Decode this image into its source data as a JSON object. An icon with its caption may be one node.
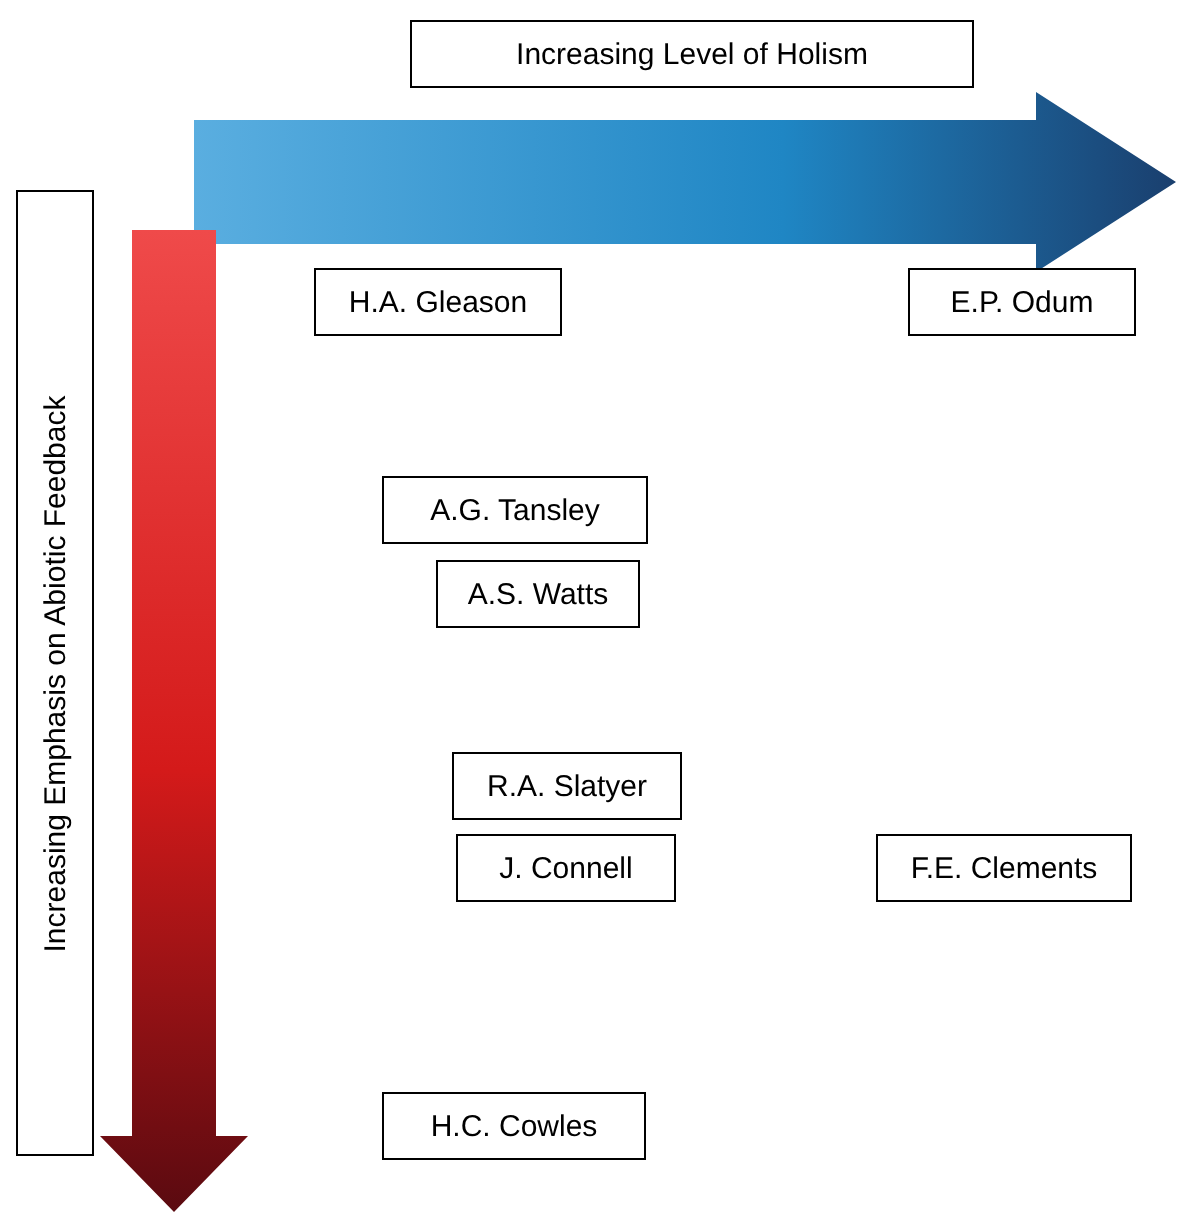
{
  "diagram": {
    "nodes": [
      {
        "text": [
          "Increasing Level of Holism"
        ]
      },
      {
        "text": [
          "Increasing Emphasis on Abiotic Feedback"
        ]
      },
      {
        "text": [
          "H.A. Gleason"
        ]
      },
      {
        "text": [
          "E.P. Odum"
        ]
      },
      {
        "text": [
          "A.G. Tansley"
        ]
      },
      {
        "text": [
          "A.S. Watts"
        ]
      },
      {
        "text": [
          "R.A. Slatyer"
        ]
      },
      {
        "text": [
          "J. Connell"
        ]
      },
      {
        "text": [
          "F.E. Clements"
        ]
      },
      {
        "text": [
          "H.C. Cowles"
        ]
      }
    ]
  }
}
